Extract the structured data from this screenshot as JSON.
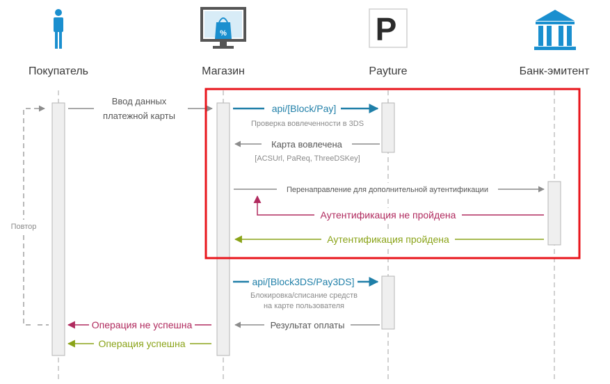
{
  "actors": [
    {
      "id": "buyer",
      "name": "Покупатель",
      "icon": "person-icon"
    },
    {
      "id": "shop",
      "name": "Магазин",
      "icon": "shop-monitor-icon"
    },
    {
      "id": "payture",
      "name": "Payture",
      "icon": "payture-logo-icon"
    },
    {
      "id": "bank",
      "name": "Банк-эмитент",
      "icon": "bank-building-icon"
    }
  ],
  "icon_text": {
    "payture_letter": "P",
    "shop_percent": "%"
  },
  "messages": {
    "card_input_line1": "Ввод данных",
    "card_input_line2": "платежной карты",
    "api_block_pay": "api/[Block/Pay]",
    "check_3ds": "Проверка вовлеченности в 3DS",
    "card_enrolled": "Карта вовлечена",
    "enrolled_params": "[ACSUrl, PaReq, ThreeDSKey]",
    "redirect_auth": "Перенаправление для дополнительной аутентификации",
    "auth_failed": "Аутентификация не пройдена",
    "auth_passed": "Аутентификация пройдена",
    "api_3ds": "api/[Block3DS/Pay3DS]",
    "block_charge_line1": "Блокировка/списание средств",
    "block_charge_line2": "на карте пользователя",
    "payment_result": "Результат оплаты",
    "operation_failed": "Операция не успешна",
    "operation_success": "Операция успешна",
    "retry": "Повтор"
  },
  "colors": {
    "teal": "#1f7fa8",
    "crimson": "#b02a5e",
    "olive": "#8aa318",
    "gray": "#8c8c8c",
    "highlight": "#e8141b",
    "icon_blue": "#1a8fcf"
  }
}
